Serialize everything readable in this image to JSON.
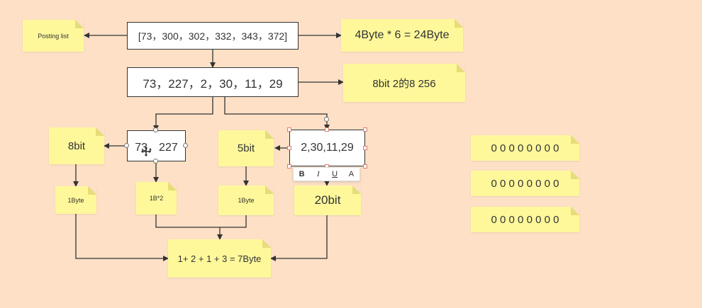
{
  "colors": {
    "canvas": "#fde0c5",
    "sticky_note": "#fef89b",
    "box_border": "#333333",
    "selection_handle": "#e0806e"
  },
  "nodes": {
    "posting_array": "[73，300，302，332，343，372]",
    "delta_array": "73，227，2，30，11，29",
    "group_a": "73，227",
    "group_b": "2,30,11,29"
  },
  "notes": {
    "posting_list": "Posting list",
    "size_calc": "4Byte * 6 = 24Byte",
    "bit_range": "8bit   2的8   256",
    "bits_8": "8bit",
    "bits_5": "5bit",
    "bits_20": "20bit",
    "byte_a": "1Byte",
    "byte_b": "1B*2",
    "byte_c": "1Byte",
    "total": "1+ 2 + 1 + 3 = 7Byte",
    "bits_row_1": "0 0 0 0 0 0 0 0",
    "bits_row_2": "0 0 0 0 0 0 0 0",
    "bits_row_3": "0 0 0 0 0 0 0 0"
  },
  "toolbar": {
    "bold": "B",
    "italic": "I",
    "underline": "U",
    "font_color": "A"
  },
  "icons": {
    "cursor": "move-cursor-icon"
  }
}
